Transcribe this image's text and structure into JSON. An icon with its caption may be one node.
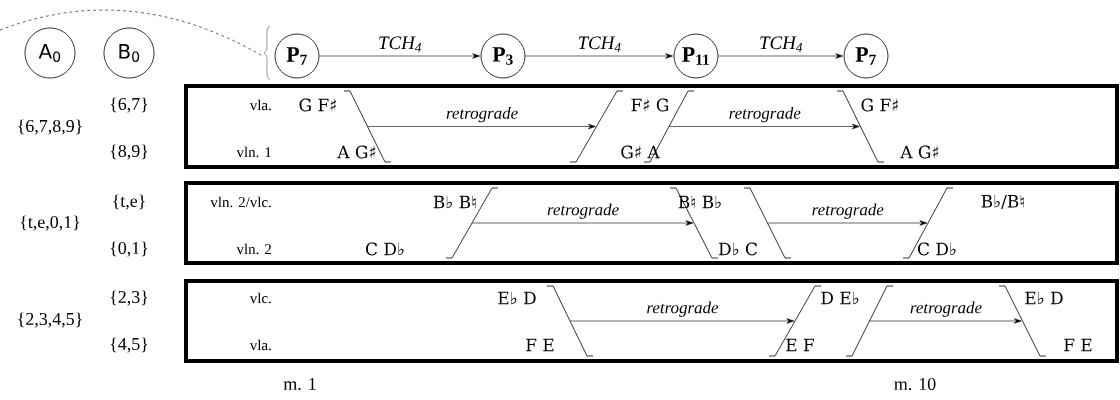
{
  "diagram": {
    "nodes": [
      {
        "text": [
          "A$_{0}$"
        ]
      },
      {
        "text": [
          "B$_{0}$"
        ]
      },
      {
        "text": [
          "P$_{7}$"
        ]
      },
      {
        "text": [
          "P$_{3}$"
        ]
      },
      {
        "text": [
          "P$_{11}$"
        ]
      },
      {
        "text": [
          "P$_{7}$"
        ]
      },
      {
        "text": [
          "vla.",
          "vln. 1"
        ]
      },
      {
        "text": [
          "vln. 2/vlc.",
          "vln. 2"
        ]
      },
      {
        "text": [
          "vlc.",
          "vla."
        ]
      },
      {
        "text": [
          "G F♯",
          "A G♯"
        ],
        "in": 6
      },
      {
        "text": [
          "F♯ G",
          "G♯ A"
        ],
        "in": 6
      },
      {
        "text": [
          "G F♯",
          "A G♯"
        ],
        "in": 6
      },
      {
        "text": [
          "B♭ B♮",
          "C D♭"
        ],
        "in": 7
      },
      {
        "text": [
          "B♮ B♭",
          "D♭ C"
        ],
        "in": 7
      },
      {
        "text": [
          "B♭/B♮",
          "C D♭"
        ],
        "in": 7
      },
      {
        "text": [
          "E♭ D",
          "F E"
        ],
        "in": 8
      },
      {
        "text": [
          "D E♭",
          "E F"
        ],
        "in": 8
      },
      {
        "text": [
          "E♭ D",
          "F E"
        ],
        "in": 8
      }
    ],
    "edges": [
      {
        "from": null,
        "to": 2,
        "arrow": "none",
        "style": "dashed"
      },
      {
        "from": 2,
        "to": 3,
        "arrow": "to",
        "label": "TCH$_{4}$"
      },
      {
        "from": 3,
        "to": 4,
        "arrow": "to",
        "label": "TCH$_{4}$"
      },
      {
        "from": 4,
        "to": 5,
        "arrow": "to",
        "label": "TCH$_{4}$"
      },
      {
        "from": 9,
        "to": 10,
        "arrow": "to",
        "label": "retrograde"
      },
      {
        "from": 10,
        "to": 11,
        "arrow": "to",
        "label": "retrograde"
      },
      {
        "from": 12,
        "to": 13,
        "arrow": "to",
        "label": "retrograde"
      },
      {
        "from": 13,
        "to": 14,
        "arrow": "to",
        "label": "retrograde"
      },
      {
        "from": 15,
        "to": 16,
        "arrow": "to",
        "label": "retrograde"
      },
      {
        "from": 16,
        "to": 17,
        "arrow": "to",
        "label": "retrograde"
      }
    ],
    "labels": [
      "{6,7}",
      "{6,7,8,9}",
      "{8,9}",
      "{t,e}",
      "{t,e,0,1}",
      "{0,1}",
      "{2,3}",
      "{2,3,4,5}",
      "{4,5}",
      "m. 1",
      "m. 10"
    ]
  }
}
